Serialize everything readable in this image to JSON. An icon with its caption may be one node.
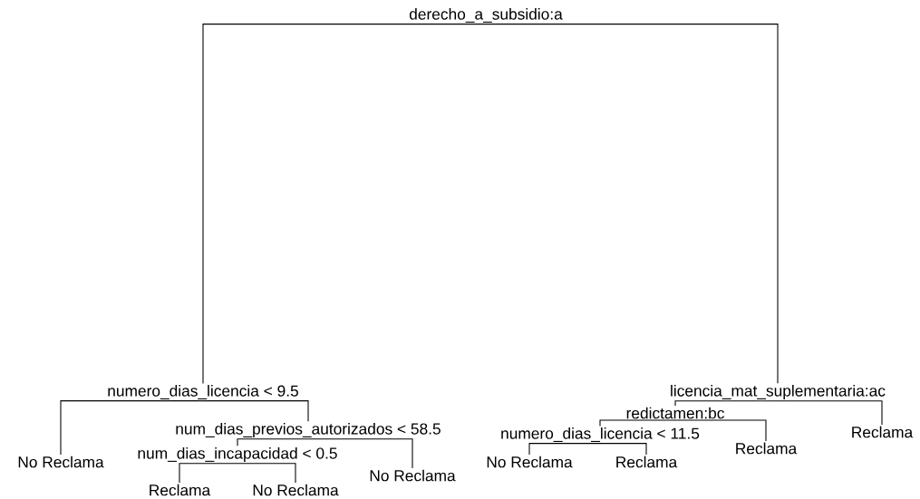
{
  "diagram": {
    "nodes": [
      {
        "text": [
          "derecho_a_subsidio:a"
        ]
      },
      {
        "text": [
          "numero_dias_licencia < 9.5"
        ]
      },
      {
        "text": [
          "No Reclama"
        ]
      },
      {
        "text": [
          "num_dias_previos_autorizados < 58.5"
        ]
      },
      {
        "text": [
          "num_dias_incapacidad < 0.5"
        ]
      },
      {
        "text": [
          "Reclama"
        ]
      },
      {
        "text": [
          "No Reclama"
        ]
      },
      {
        "text": [
          "No Reclama"
        ]
      },
      {
        "text": [
          "licencia_mat_suplementaria:ac"
        ]
      },
      {
        "text": [
          "redictamen:bc"
        ]
      },
      {
        "text": [
          "numero_dias_licencia < 11.5"
        ]
      },
      {
        "text": [
          "No Reclama"
        ]
      },
      {
        "text": [
          "Reclama"
        ]
      },
      {
        "text": [
          "Reclama"
        ]
      },
      {
        "text": [
          "Reclama"
        ]
      }
    ],
    "edges": [
      {
        "from": 0,
        "to": 1,
        "arrow": "none"
      },
      {
        "from": 0,
        "to": 8,
        "arrow": "none"
      },
      {
        "from": 1,
        "to": 2,
        "arrow": "none"
      },
      {
        "from": 1,
        "to": 3,
        "arrow": "none"
      },
      {
        "from": 3,
        "to": 4,
        "arrow": "none"
      },
      {
        "from": 3,
        "to": 7,
        "arrow": "none"
      },
      {
        "from": 4,
        "to": 5,
        "arrow": "none"
      },
      {
        "from": 4,
        "to": 6,
        "arrow": "none"
      },
      {
        "from": 8,
        "to": 9,
        "arrow": "none"
      },
      {
        "from": 8,
        "to": 14,
        "arrow": "none"
      },
      {
        "from": 9,
        "to": 10,
        "arrow": "none"
      },
      {
        "from": 9,
        "to": 13,
        "arrow": "none"
      },
      {
        "from": 10,
        "to": 11,
        "arrow": "none"
      },
      {
        "from": 10,
        "to": 12,
        "arrow": "none"
      }
    ]
  }
}
